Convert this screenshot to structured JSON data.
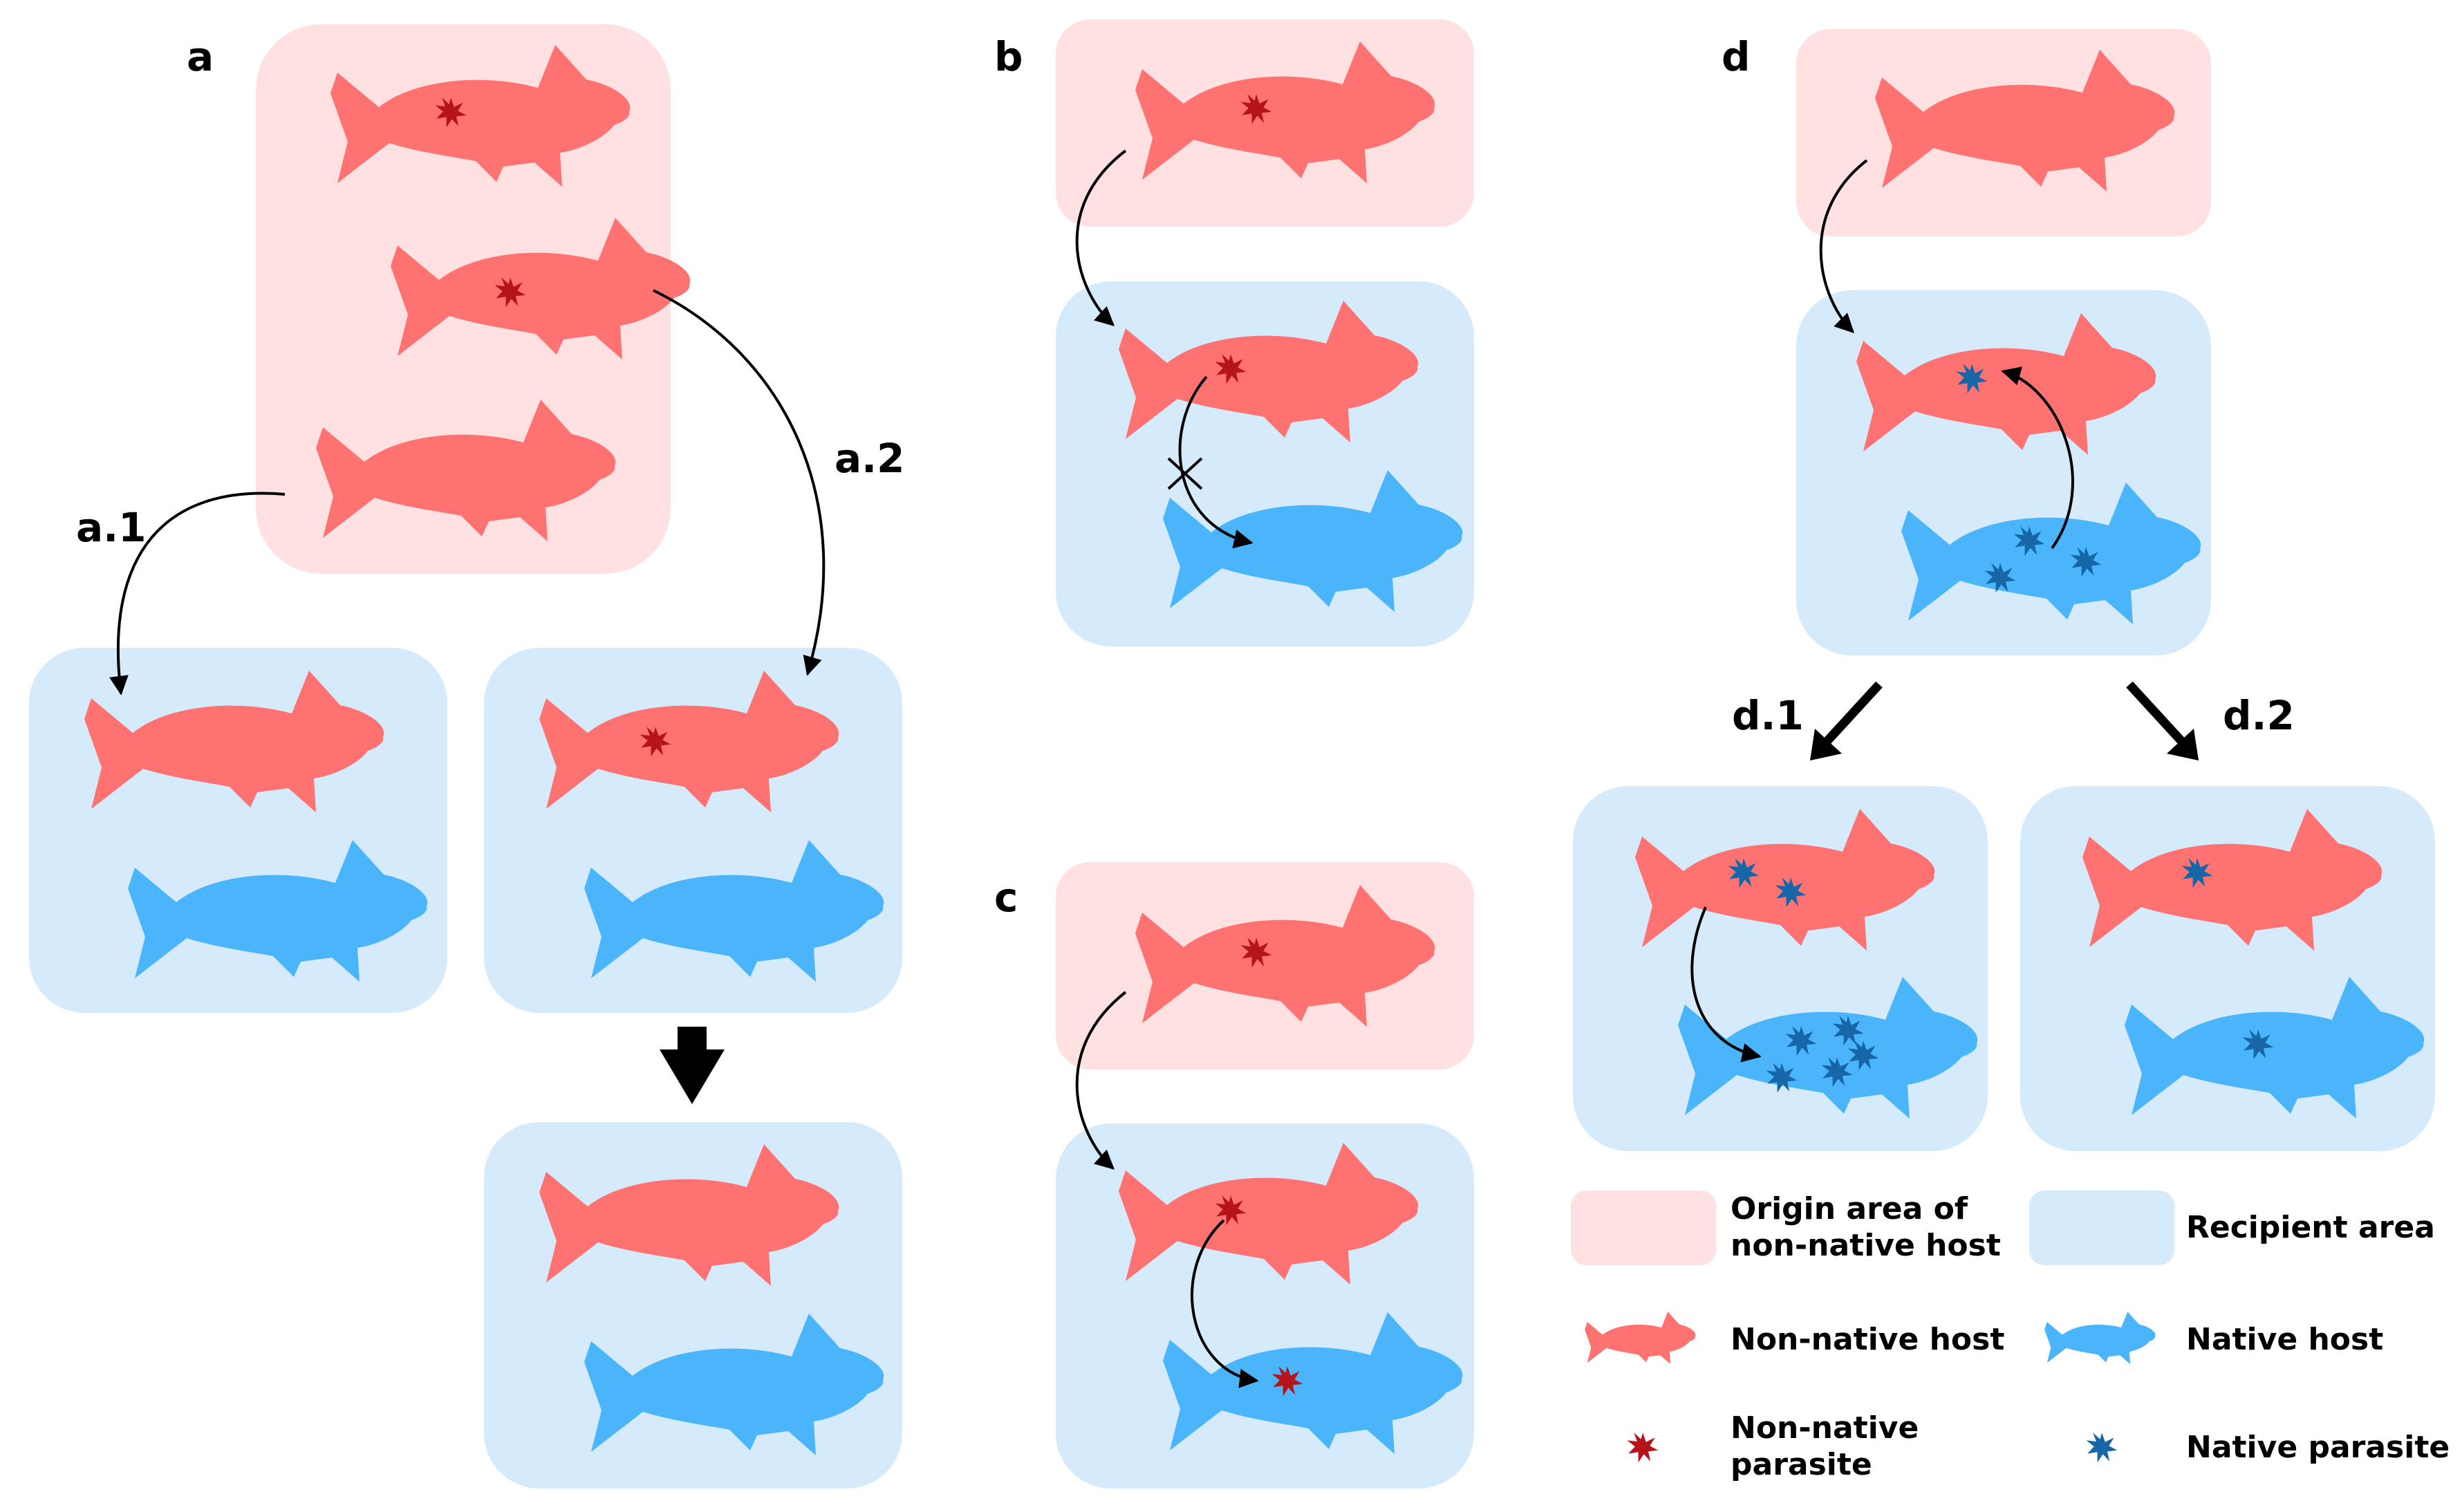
{
  "colors": {
    "origin_area": "#FFE1E1",
    "recipient_area": "#D5EAFA",
    "non_native_host": "#FF7272",
    "native_host": "#4BB5FC",
    "non_native_parasite": "#B5141B",
    "native_parasite": "#1666A8",
    "arrow": "#000000"
  },
  "panels": {
    "a": "a",
    "a1": "a.1",
    "a2": "a.2",
    "b": "b",
    "c": "c",
    "d": "d",
    "d1": "d.1",
    "d2": "d.2"
  },
  "legend": {
    "origin_area_line1": "Origin area of",
    "origin_area_line2": "non-native host",
    "recipient_area": "Recipient area",
    "non_native_host": "Non-native host",
    "native_host": "Native host",
    "non_native_parasite_line1": "Non-native",
    "non_native_parasite_line2": "parasite",
    "native_parasite": "Native parasite"
  }
}
